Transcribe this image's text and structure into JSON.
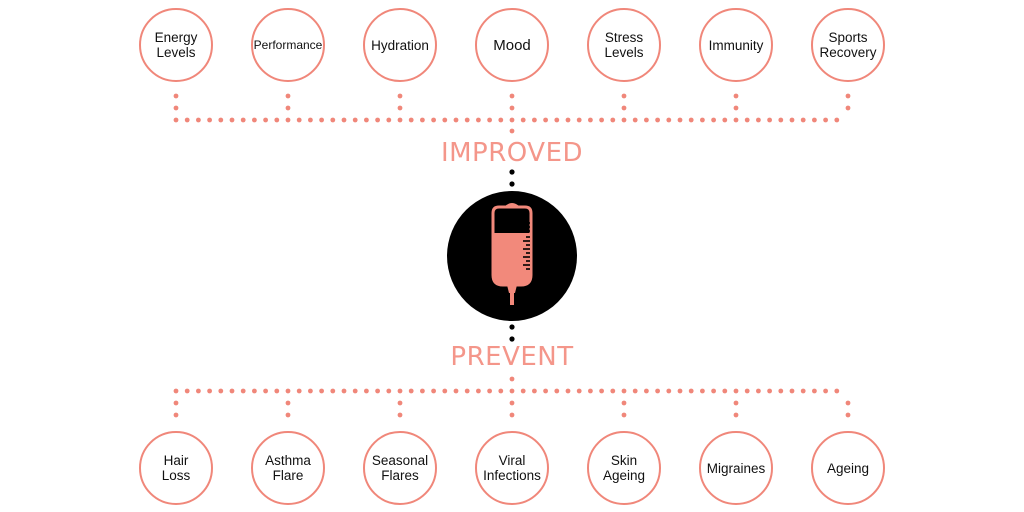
{
  "diagram": {
    "improved_label": "IMPROVED",
    "prevent_label": "PREVENT",
    "center_icon": "iv-drip-bag-icon",
    "colors": {
      "accent": "#f0877a",
      "label": "#f4968a",
      "badge": "#000000",
      "bag_fill": "#f2897b"
    },
    "improved_items": [
      {
        "line1": "Energy",
        "line2": "Levels"
      },
      {
        "line1": "Performance",
        "line2": ""
      },
      {
        "line1": "Hydration",
        "line2": ""
      },
      {
        "line1": "Mood",
        "line2": ""
      },
      {
        "line1": "Stress",
        "line2": "Levels"
      },
      {
        "line1": "Immunity",
        "line2": ""
      },
      {
        "line1": "Sports",
        "line2": "Recovery"
      }
    ],
    "prevent_items": [
      {
        "line1": "Hair Loss",
        "line2": ""
      },
      {
        "line1": "Asthma",
        "line2": "Flare"
      },
      {
        "line1": "Seasonal",
        "line2": "Flares"
      },
      {
        "line1": "Viral",
        "line2": "Infections"
      },
      {
        "line1": "Skin",
        "line2": "Ageing"
      },
      {
        "line1": "Migraines",
        "line2": ""
      },
      {
        "line1": "Ageing",
        "line2": ""
      }
    ]
  }
}
